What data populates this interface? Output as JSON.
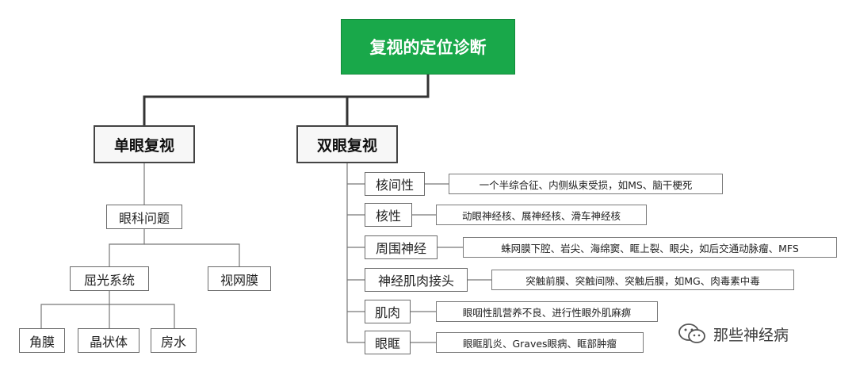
{
  "root": {
    "label": "复视的定位诊断"
  },
  "monocular": {
    "label": "单眼复视",
    "eye_problem": "眼科问题",
    "refraction": "屈光系统",
    "retina": "视网膜",
    "cornea": "角膜",
    "lens": "晶状体",
    "aqueous": "房水"
  },
  "binocular": {
    "label": "双眼复视",
    "items": [
      {
        "label": "核间性",
        "detail": "一个半综合征、内侧纵束受损，如MS、脑干梗死"
      },
      {
        "label": "核性",
        "detail": "动眼神经核、展神经核、滑车神经核"
      },
      {
        "label": "周围神经",
        "detail": "蛛网膜下腔、岩尖、海绵窦、眶上裂、眼尖，如后交通动脉瘤、MFS"
      },
      {
        "label": "神经肌肉接头",
        "detail": "突触前膜、突触间隙、突触后膜，如MG、肉毒素中毒"
      },
      {
        "label": "肌肉",
        "detail": "眼咽性肌营养不良、进行性眼外肌麻痹"
      },
      {
        "label": "眼眶",
        "detail": "眼眶肌炎、Graves眼病、眶部肿瘤"
      }
    ]
  },
  "watermark": {
    "text": "那些神经病"
  }
}
